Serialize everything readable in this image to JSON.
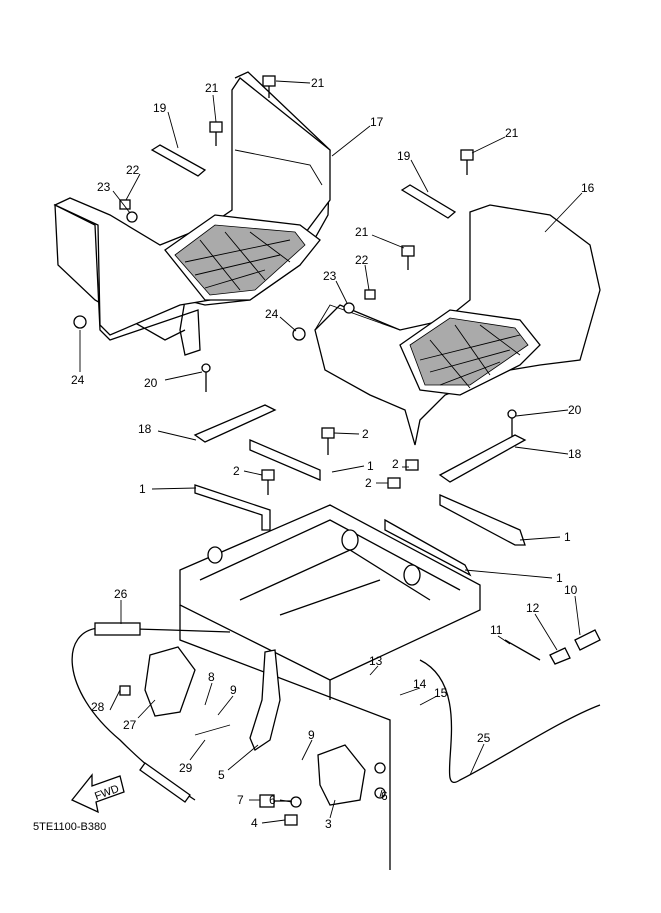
{
  "diagram_code": "5TE1100-B380",
  "fwd_label": "FWD",
  "callouts": {
    "c21a": "21",
    "c21b": "21",
    "c19a": "19",
    "c17": "17",
    "c22a": "22",
    "c23a": "23",
    "c21c": "21",
    "c19b": "19",
    "c16": "16",
    "c21d": "21",
    "c22b": "22",
    "c23b": "23",
    "c24a": "24",
    "c24b": "24",
    "c20a": "20",
    "c20b": "20",
    "c18a": "18",
    "c2a": "2",
    "c18b": "18",
    "c1a": "1",
    "c2b": "2",
    "c2c": "2",
    "c2d": "2",
    "c1b": "1",
    "c1c": "1",
    "c1d": "1",
    "c26": "26",
    "c10": "10",
    "c12": "12",
    "c11": "11",
    "c13": "13",
    "c14": "14",
    "c15": "15",
    "c8": "8",
    "c9a": "9",
    "c28": "28",
    "c27": "27",
    "c29": "29",
    "c9b": "9",
    "c5": "5",
    "c25": "25",
    "c7": "7",
    "c6a": "6",
    "c6b": "6",
    "c4": "4",
    "c3": "3"
  }
}
